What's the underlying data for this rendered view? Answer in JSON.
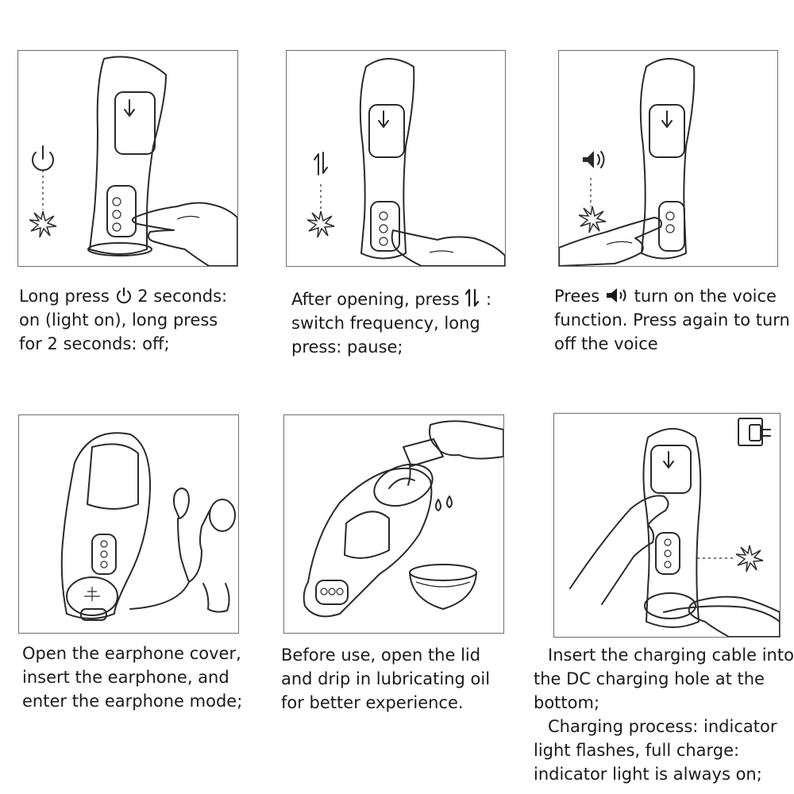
{
  "steps": [
    {
      "caption_lines": [
        "Long press",
        "2 seconds:",
        "on (light on), long press",
        "for 2 seconds: off;"
      ],
      "inline_icon": "power-icon",
      "illustration": [
        "power-icon",
        "starburst-icon",
        "hand-pressing-button"
      ]
    },
    {
      "caption_lines": [
        "After opening, press",
        ":",
        "switch frequency, long",
        "press: pause;"
      ],
      "inline_icon": "frequency-arrows-icon",
      "illustration": [
        "frequency-arrows-icon",
        "starburst-icon",
        "hand-pressing-button"
      ]
    },
    {
      "caption_lines": [
        "Prees",
        "turn on the voice",
        "function. Press again to turn",
        "off the voice"
      ],
      "inline_icon": "speaker-icon",
      "illustration": [
        "speaker-icon",
        "starburst-icon",
        "hand-pressing-button"
      ]
    },
    {
      "caption_lines": [
        "Open the earphone cover,",
        "insert the earphone, and",
        "enter the earphone mode;"
      ],
      "illustration": [
        "device",
        "earphone-icon"
      ]
    },
    {
      "caption_lines": [
        "Before use, open the lid",
        "and drip in lubricating oil",
        "for better experience."
      ],
      "illustration": [
        "device",
        "hand-with-bottle",
        "oil-drops",
        "bowl"
      ]
    },
    {
      "caption_lines": [
        "Insert the charging cable into",
        "the DC charging hole at the",
        "bottom;",
        "Charging process: indicator",
        "light flashes, full charge:",
        "indicator light is always on;"
      ],
      "illustration": [
        "device",
        "hands-with-cable",
        "wall-outlet-icon",
        "starburst-icon"
      ]
    }
  ],
  "colors": {
    "ink": "#2a2a2a",
    "frame": "#6e6e6e",
    "text": "#1a1a1a",
    "background": "#ffffff"
  }
}
